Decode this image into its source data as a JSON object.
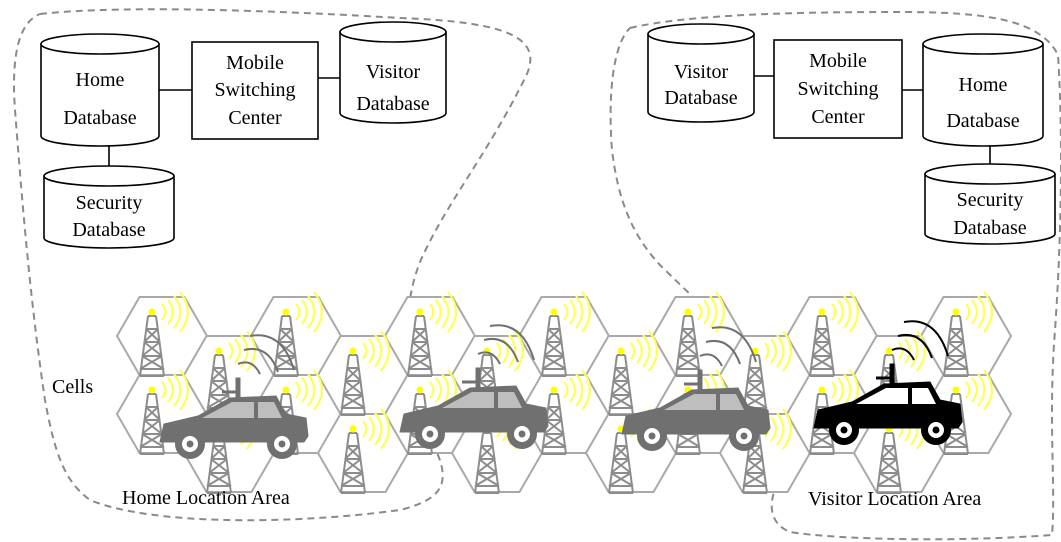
{
  "home_side": {
    "home_db": [
      "Home",
      "Database"
    ],
    "msc": [
      "Mobile",
      "Switching",
      "Center"
    ],
    "visitor_db": [
      "Visitor",
      "Database"
    ],
    "security_db": [
      "Security",
      "Database"
    ],
    "area_label": "Home Location Area"
  },
  "visitor_side": {
    "visitor_db": [
      "Visitor",
      "Database"
    ],
    "msc": [
      "Mobile",
      "Switching",
      "Center"
    ],
    "home_db": [
      "Home",
      "Database"
    ],
    "security_db": [
      "Security",
      "Database"
    ],
    "area_label": "Visitor Location Area"
  },
  "cells_label": "Cells",
  "colors": {
    "area_border": "#8a8a8a",
    "cell_border": "#a9a9a9",
    "tower": "#8c8c8c",
    "signal": "#ffff55",
    "beacon": "#ffff00",
    "car_faded": "#707070",
    "car_current": "#000000"
  },
  "icons": {
    "tower": "cell-tower-icon",
    "car": "car-icon",
    "database": "database-cylinder-icon"
  }
}
